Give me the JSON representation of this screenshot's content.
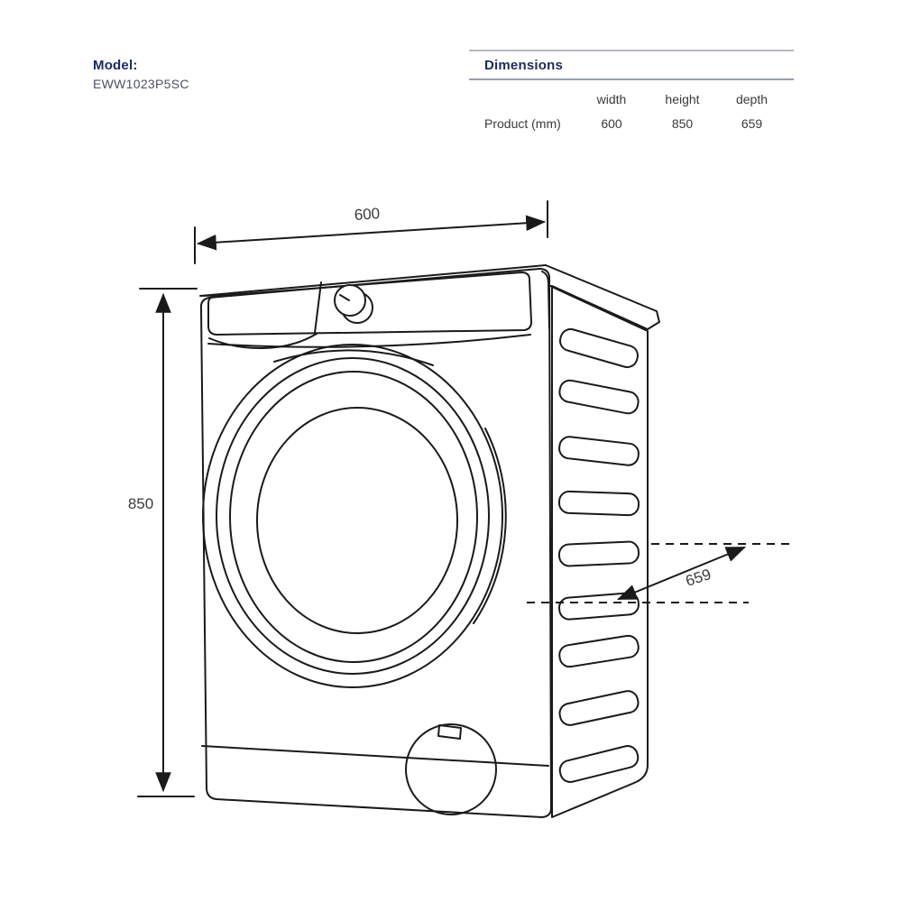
{
  "model": {
    "label": "Model:",
    "value": "EWW1023P5SC"
  },
  "dimensions_table": {
    "title": "Dimensions",
    "columns": [
      "width",
      "height",
      "depth"
    ],
    "row_label": "Product (mm)",
    "values": {
      "width": "600",
      "height": "850",
      "depth": "659"
    }
  },
  "diagram": {
    "width_label": "600",
    "height_label": "850",
    "depth_label": "659"
  },
  "colors": {
    "heading_navy": "#1e2d56",
    "model_value_text": "#4b5166",
    "rule_gray_light": "#b3b7bd",
    "rule_gray_dark": "#9aa0a8",
    "body_text": "#3a3a3a",
    "line_art": "#1a1a1a",
    "background": "#ffffff"
  }
}
